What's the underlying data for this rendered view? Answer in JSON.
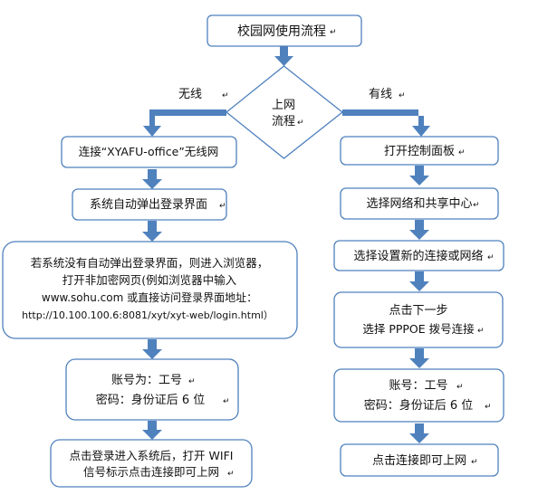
{
  "title": "校园网使用流程",
  "decision": {
    "line1": "上网",
    "line2": "流程"
  },
  "branch_left_label": "无线",
  "branch_right_label": "有线",
  "left_steps": {
    "s1": "连接“XYAFU-office”无线网",
    "s2": "系统自动弹出登录界面",
    "s3": {
      "line1": "若系统没有自动弹出登录界面，则进入浏览器，",
      "line2": "打开非加密网页(例如浏览器中输入",
      "line3": "www.sohu.com 或直接访问登录界面地址：",
      "line4": "http://10.100.100.6:8081/xyt/xyt-web/login.html）"
    },
    "s4": {
      "line1": "账号为：工号",
      "line2": "密码：身份证后 6 位"
    },
    "s5": {
      "line1": "点击登录进入系统后，打开 WIFI",
      "line2": "信号标示点击连接即可上网"
    }
  },
  "right_steps": {
    "s1": "打开控制面板",
    "s2": "选择网络和共享中心",
    "s3": "选择设置新的连接或网络",
    "s4": {
      "line1": "点击下一步",
      "line2": "选择 PPPOE 拨号连接"
    },
    "s5": {
      "line1": "账号：工号",
      "line2": "密码：身份证后 6 位"
    },
    "s6": "点击连接即可上网"
  },
  "colors": {
    "box_border": "#4f81bd",
    "arrow_fill": "#4f81bd",
    "text": "#111111",
    "background": "#ffffff"
  },
  "icons": {
    "paragraph_mark": "↵"
  }
}
